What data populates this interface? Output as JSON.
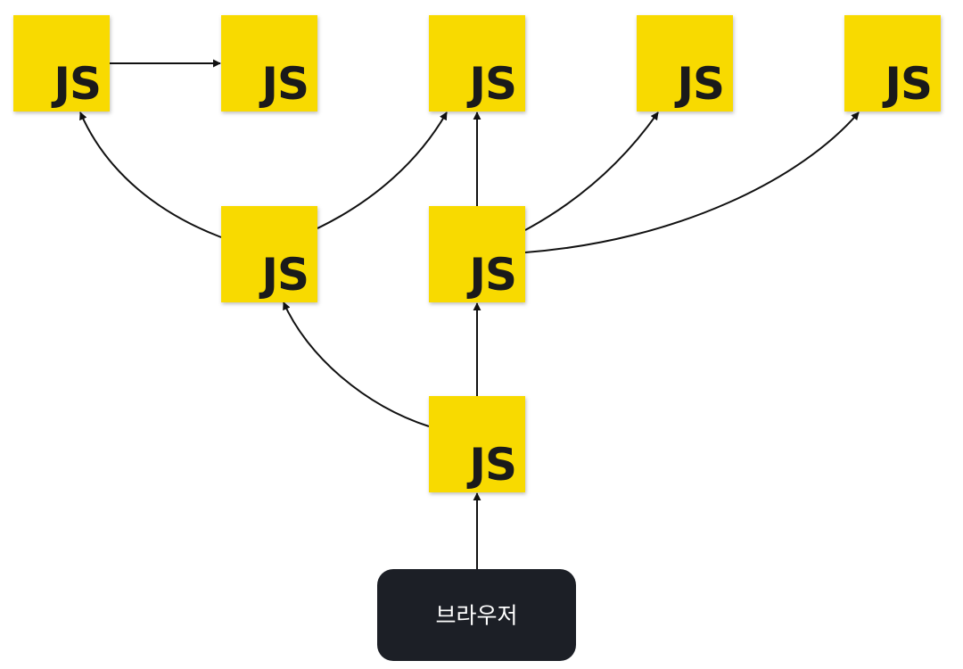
{
  "colors": {
    "module_fill": "#F8DA00",
    "module_text": "#1A1A1A",
    "browser_fill": "#1C1F26",
    "browser_text": "#FFFFFF",
    "edge": "#111111"
  },
  "browser": {
    "label": "브라우저"
  },
  "modules": [
    {
      "id": "m1",
      "label": "JS"
    },
    {
      "id": "m2",
      "label": "JS"
    },
    {
      "id": "m3",
      "label": "JS"
    },
    {
      "id": "m4",
      "label": "JS"
    },
    {
      "id": "m5",
      "label": "JS"
    },
    {
      "id": "m6",
      "label": "JS"
    },
    {
      "id": "m7",
      "label": "JS"
    },
    {
      "id": "m8",
      "label": "JS"
    }
  ],
  "edges": [
    {
      "from": "browser",
      "to": "m8"
    },
    {
      "from": "m8",
      "to": "m6"
    },
    {
      "from": "m8",
      "to": "m7"
    },
    {
      "from": "m6",
      "to": "m1"
    },
    {
      "from": "m6",
      "to": "m3"
    },
    {
      "from": "m7",
      "to": "m3"
    },
    {
      "from": "m7",
      "to": "m4"
    },
    {
      "from": "m7",
      "to": "m5"
    },
    {
      "from": "m1",
      "to": "m2"
    }
  ]
}
